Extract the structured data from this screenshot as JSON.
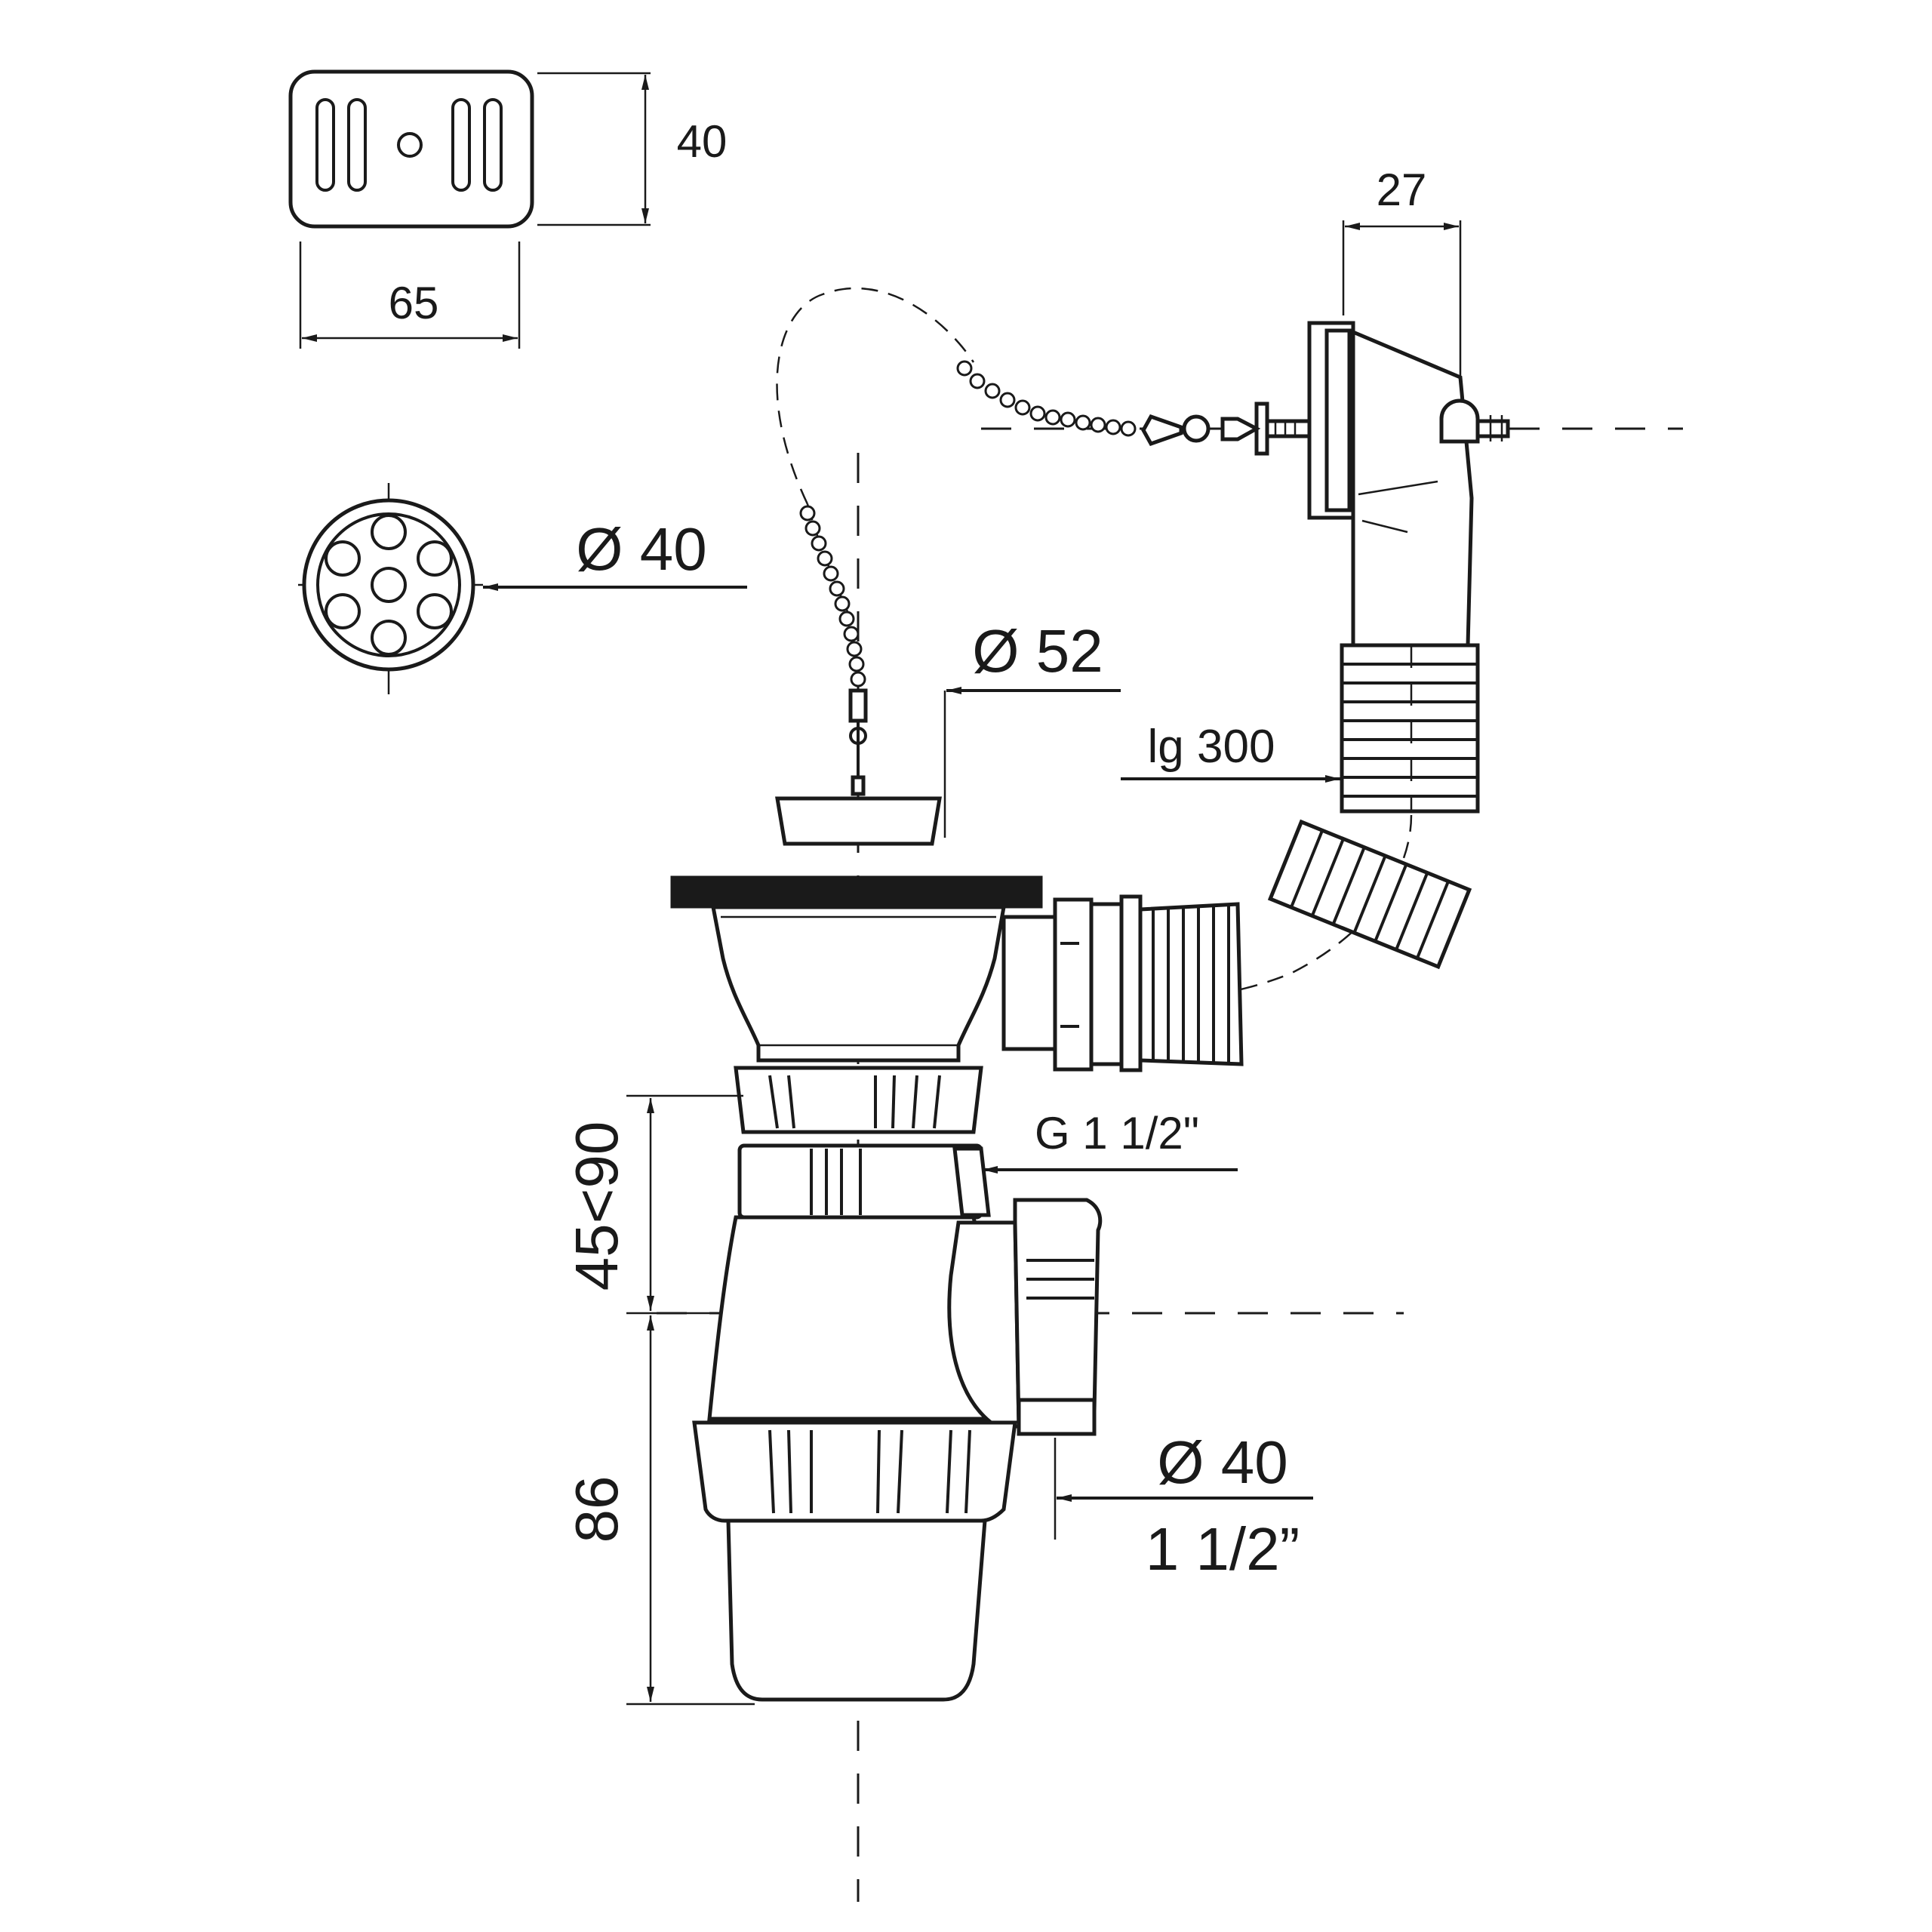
{
  "labels": {
    "overflow_height": "40",
    "overflow_width": "65",
    "overflow_depth": "27",
    "grid_diameter": "Ø 40",
    "plug_diameter": "Ø 52",
    "hose_length": "lg 300",
    "thread_size": "G 1 1/2\"",
    "adjust_height": "45<90",
    "trap_height": "86",
    "outlet_diameter": "Ø 40",
    "outlet_inch": "1 1/2”"
  },
  "colors": {
    "line": "#1a1a1a",
    "background": "#ffffff"
  }
}
